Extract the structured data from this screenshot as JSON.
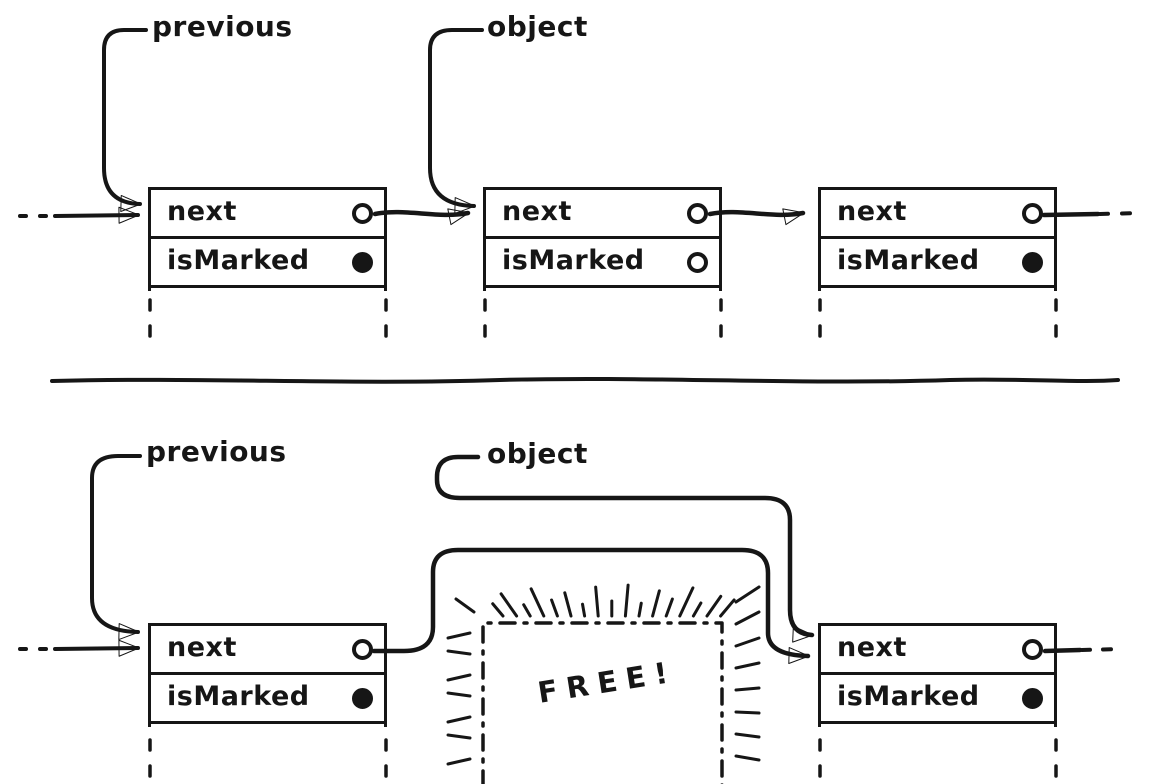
{
  "colors": {
    "ink": "#161616",
    "paper": "#ffffff"
  },
  "top_panel": {
    "previous_label": "previous",
    "object_label": "object",
    "nodes": [
      {
        "next_label": "next",
        "ismarked_label": "isMarked",
        "next_state": "open",
        "marked_state": "filled"
      },
      {
        "next_label": "next",
        "ismarked_label": "isMarked",
        "next_state": "open",
        "marked_state": "open"
      },
      {
        "next_label": "next",
        "ismarked_label": "isMarked",
        "next_state": "open",
        "marked_state": "filled"
      }
    ]
  },
  "bottom_panel": {
    "previous_label": "previous",
    "object_label": "object",
    "free_label": "FREE!",
    "nodes": [
      {
        "next_label": "next",
        "ismarked_label": "isMarked",
        "next_state": "open",
        "marked_state": "filled"
      },
      {
        "next_label": "next",
        "ismarked_label": "isMarked",
        "next_state": "open",
        "marked_state": "filled"
      }
    ]
  }
}
